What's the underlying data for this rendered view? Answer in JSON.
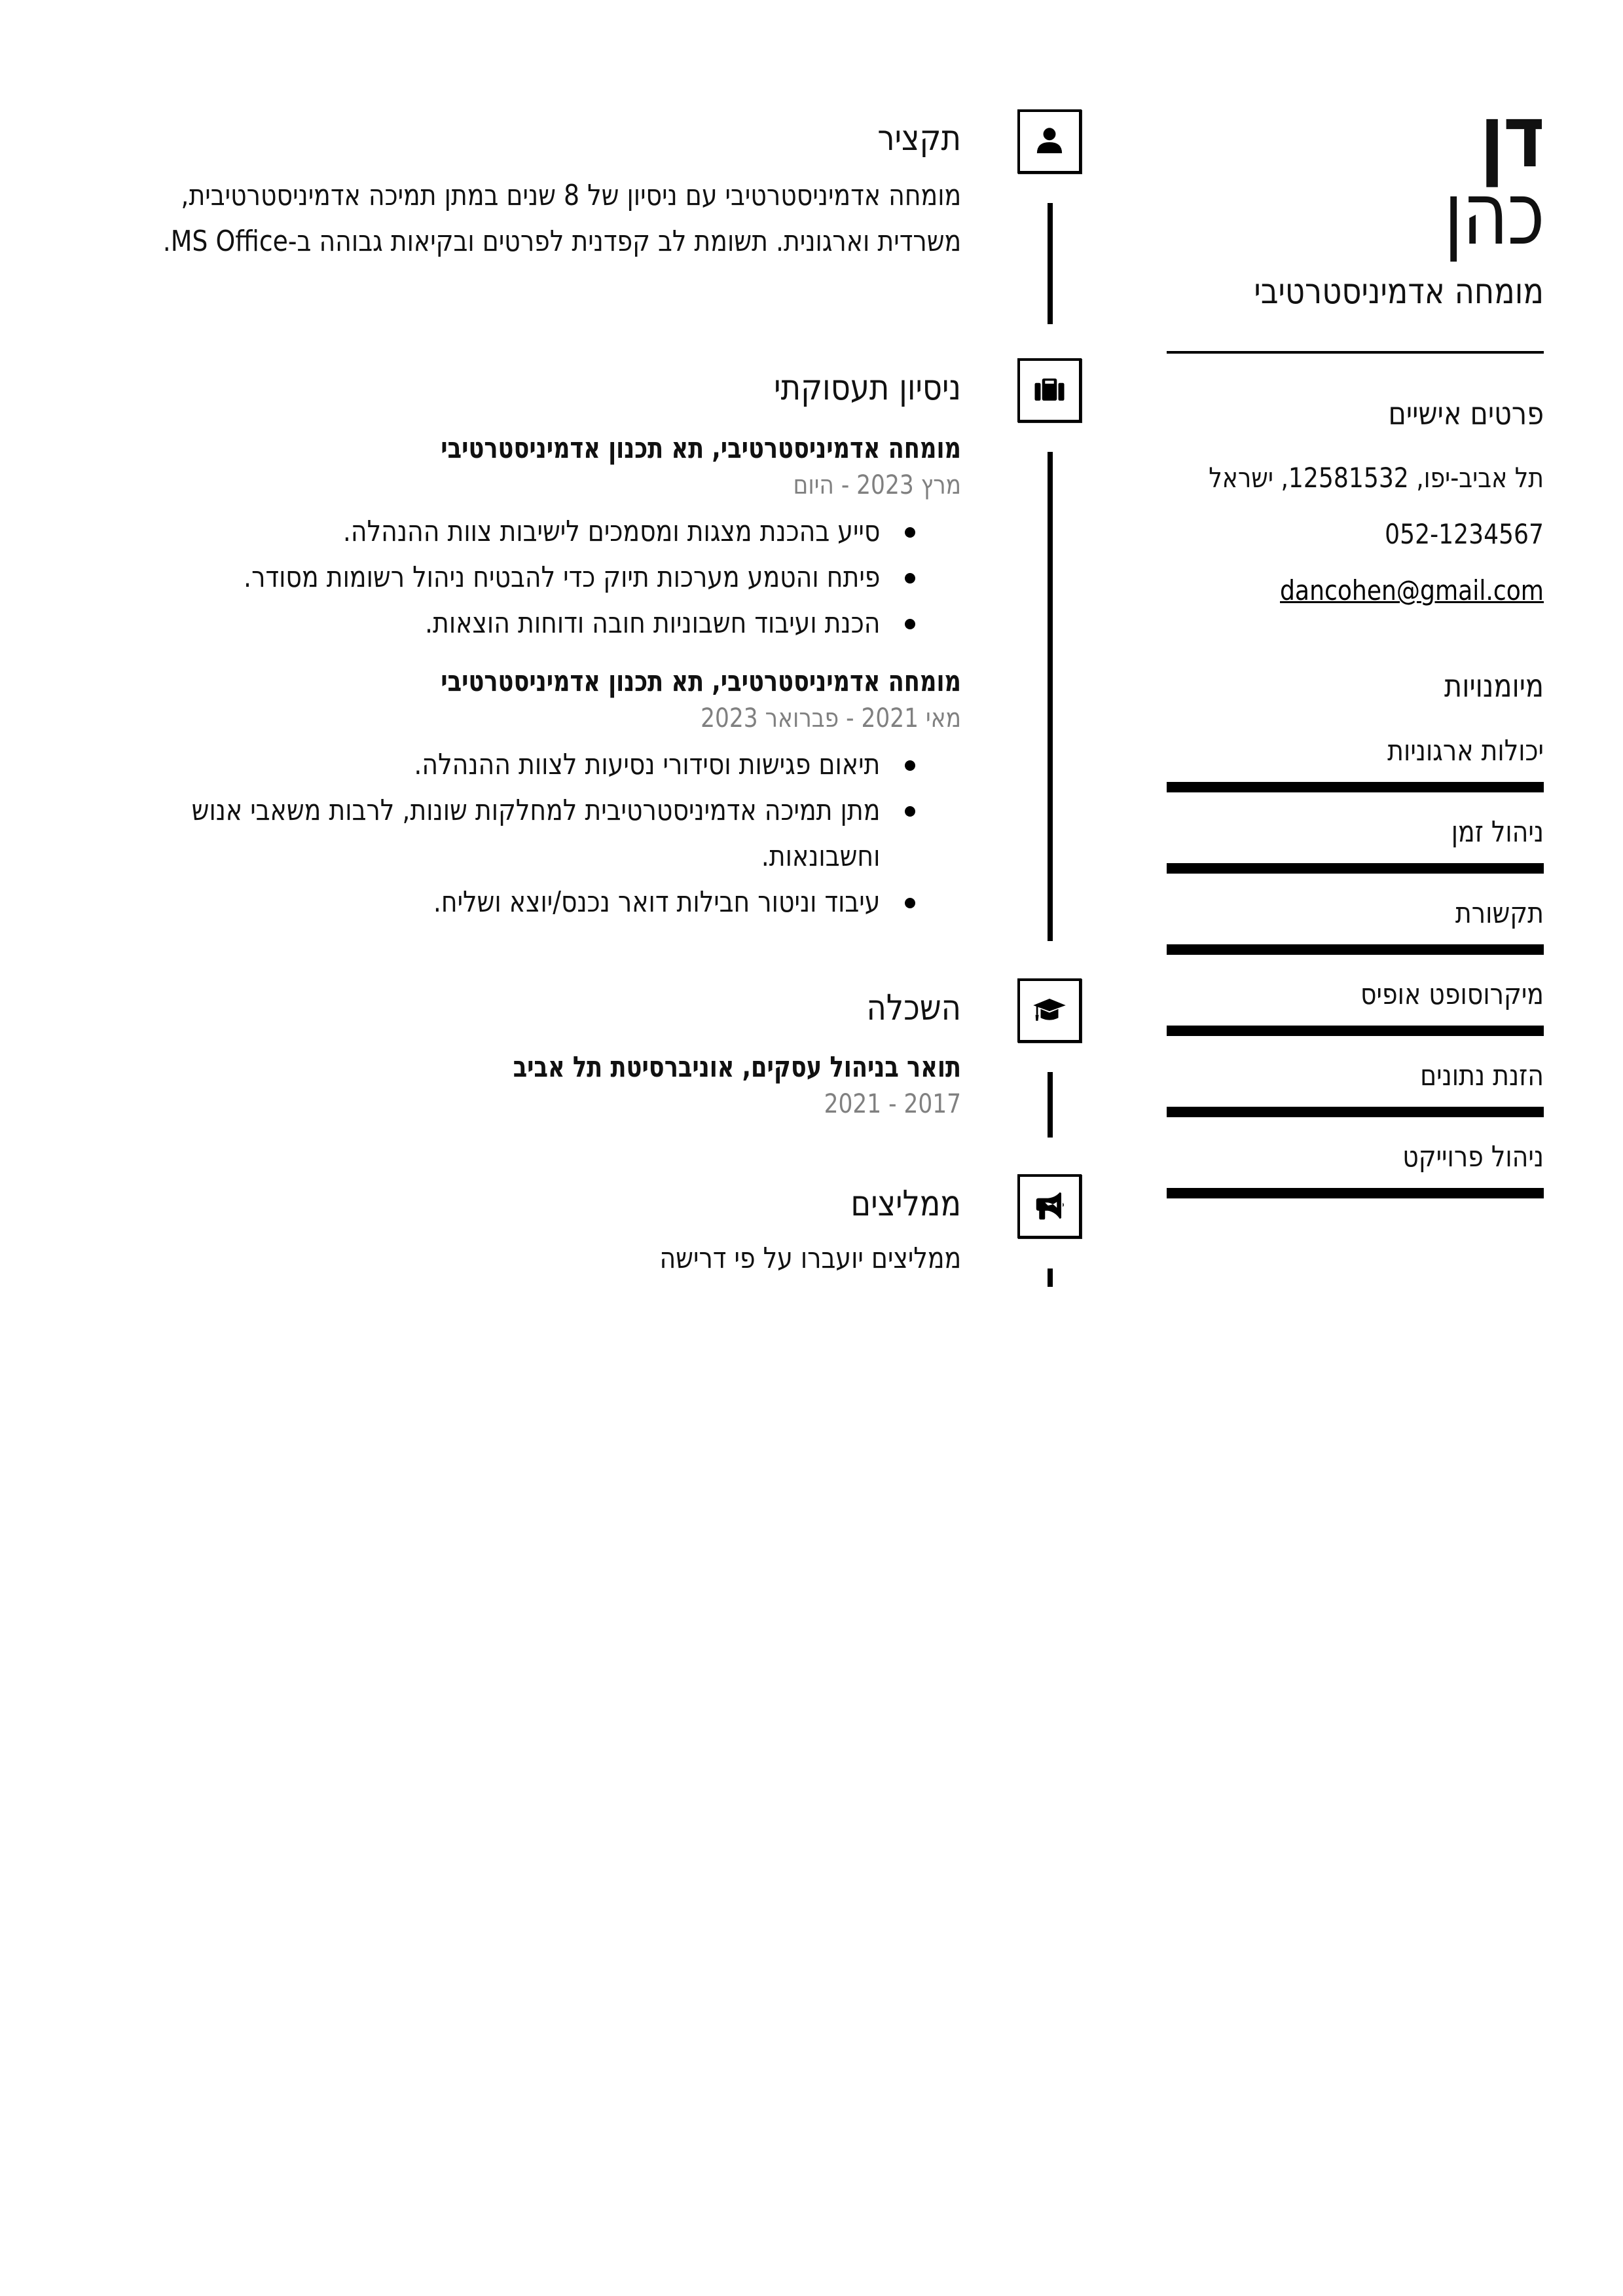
{
  "header": {
    "first_name": "דן",
    "last_name": "כהן",
    "job_title": "מומחה אדמיניסטרטיבי"
  },
  "personal": {
    "heading": "פרטים אישיים",
    "address": "תל אביב-יפו, 12581532, ישראל",
    "phone": "052-1234567",
    "email": "dancohen@gmail.com"
  },
  "skills": {
    "heading": "מיומנויות",
    "items": [
      {
        "label": "יכולות ארגוניות",
        "level_pct": 100
      },
      {
        "label": "ניהול זמן",
        "level_pct": 100
      },
      {
        "label": "תקשורת",
        "level_pct": 100
      },
      {
        "label": "מיקרוסופט אופיס",
        "level_pct": 100
      },
      {
        "label": "הזנת נתונים",
        "level_pct": 100
      },
      {
        "label": "ניהול פרוייקט",
        "level_pct": 100
      }
    ]
  },
  "summary": {
    "heading": "תקציר",
    "icon": "person-icon",
    "text": "מומחה אדמיניסטרטיבי עם ניסיון של 8 שנים במתן תמיכה אדמיניסטרטיבית, משרדית וארגונית. תשומת לב קפדנית לפרטים ובקיאות גבוהה ב-MS Office."
  },
  "experience": {
    "heading": "ניסיון תעסוקתי",
    "icon": "briefcase-icon",
    "jobs": [
      {
        "title": "מומחה אדמיניסטרטיבי, תא תכנון אדמיניסטרטיבי",
        "dates": "מרץ 2023 - היום",
        "bullets": [
          "סייע בהכנת מצגות ומסמכים לישיבות צוות ההנהלה.",
          "פיתח והטמע מערכות תיוק כדי להבטיח ניהול רשומות מסודר.",
          "הכנת ועיבוד חשבוניות חובה ודוחות הוצאות."
        ]
      },
      {
        "title": "מומחה אדמיניסטרטיבי, תא תכנון אדמיניסטרטיבי",
        "dates": "מאי 2021 - פברואר 2023",
        "bullets": [
          "תיאום פגישות וסידורי נסיעות לצוות ההנהלה.",
          "מתן תמיכה אדמיניסטרטיבית למחלקות שונות, לרבות משאבי אנוש וחשבונאות.",
          "עיבוד וניטור חבילות דואר נכנס/יוצא ושליח."
        ]
      }
    ]
  },
  "education": {
    "heading": "השכלה",
    "icon": "graduation-cap-icon",
    "degree": "תואר בניהול עסקים, אוניברסיטת תל אביב",
    "dates": "2017 - 2021"
  },
  "references": {
    "heading": "ממליצים",
    "icon": "megaphone-icon",
    "text": "ממליצים יועברו על פי דרישה"
  },
  "colors": {
    "text": "#111111",
    "muted_date": "#808080",
    "accent": "#000000"
  }
}
